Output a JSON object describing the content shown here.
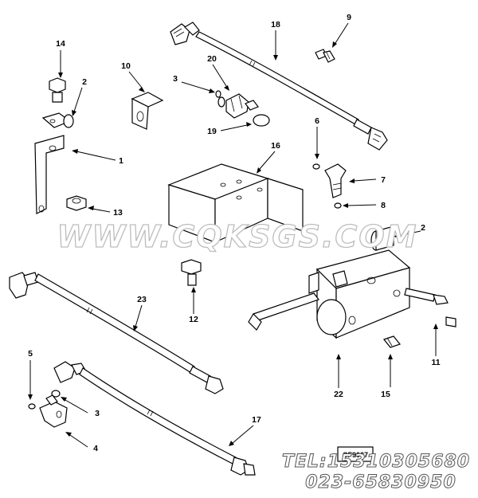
{
  "callouts": {
    "c1": "1",
    "c2": "2",
    "c2b": "2",
    "c3": "3",
    "c3b": "3",
    "c4": "4",
    "c5": "5",
    "c6": "6",
    "c7": "7",
    "c8": "8",
    "c9": "9",
    "c10": "10",
    "c11": "11",
    "c12": "12",
    "c13": "13",
    "c14": "14",
    "c15": "15",
    "c16": "16",
    "c17": "17",
    "c18": "18",
    "c19": "19",
    "c20": "20",
    "c22": "22",
    "c23": "23"
  },
  "watermark": {
    "site": "WWW.CQKSGS.COM",
    "tel": "TEL:15310305680",
    "phone": "023-65830950"
  },
  "drawing_tag": "CF9007"
}
